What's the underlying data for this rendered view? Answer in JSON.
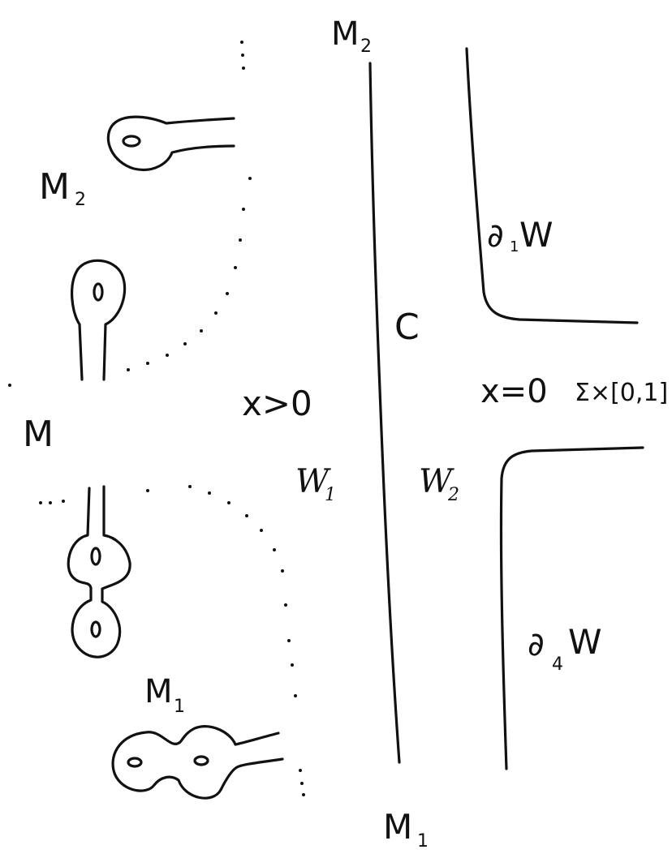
{
  "labels": {
    "m2_top": "M",
    "m2_top_sub": "2",
    "m2_left": "M",
    "m2_left_sub": "2",
    "m_mid": "M",
    "m1_left": "M",
    "m1_left_sub": "1",
    "m1_bottom": "M",
    "m1_bottom_sub": "1",
    "x_positive": "x>0",
    "w1": "W",
    "w1_sub": "1",
    "w2": "W",
    "w2_sub": "2",
    "c": "C",
    "d1w_partial": "∂",
    "d1w_sub": "1",
    "d1w_w": "W",
    "x_zero": "x=0",
    "sigma_interval": "Σ×[0,1]",
    "d4w_partial": "∂",
    "d4w_sub": "4",
    "d4w_w": "W"
  },
  "colors": {
    "ink": "#111111",
    "background": "#ffffff"
  }
}
